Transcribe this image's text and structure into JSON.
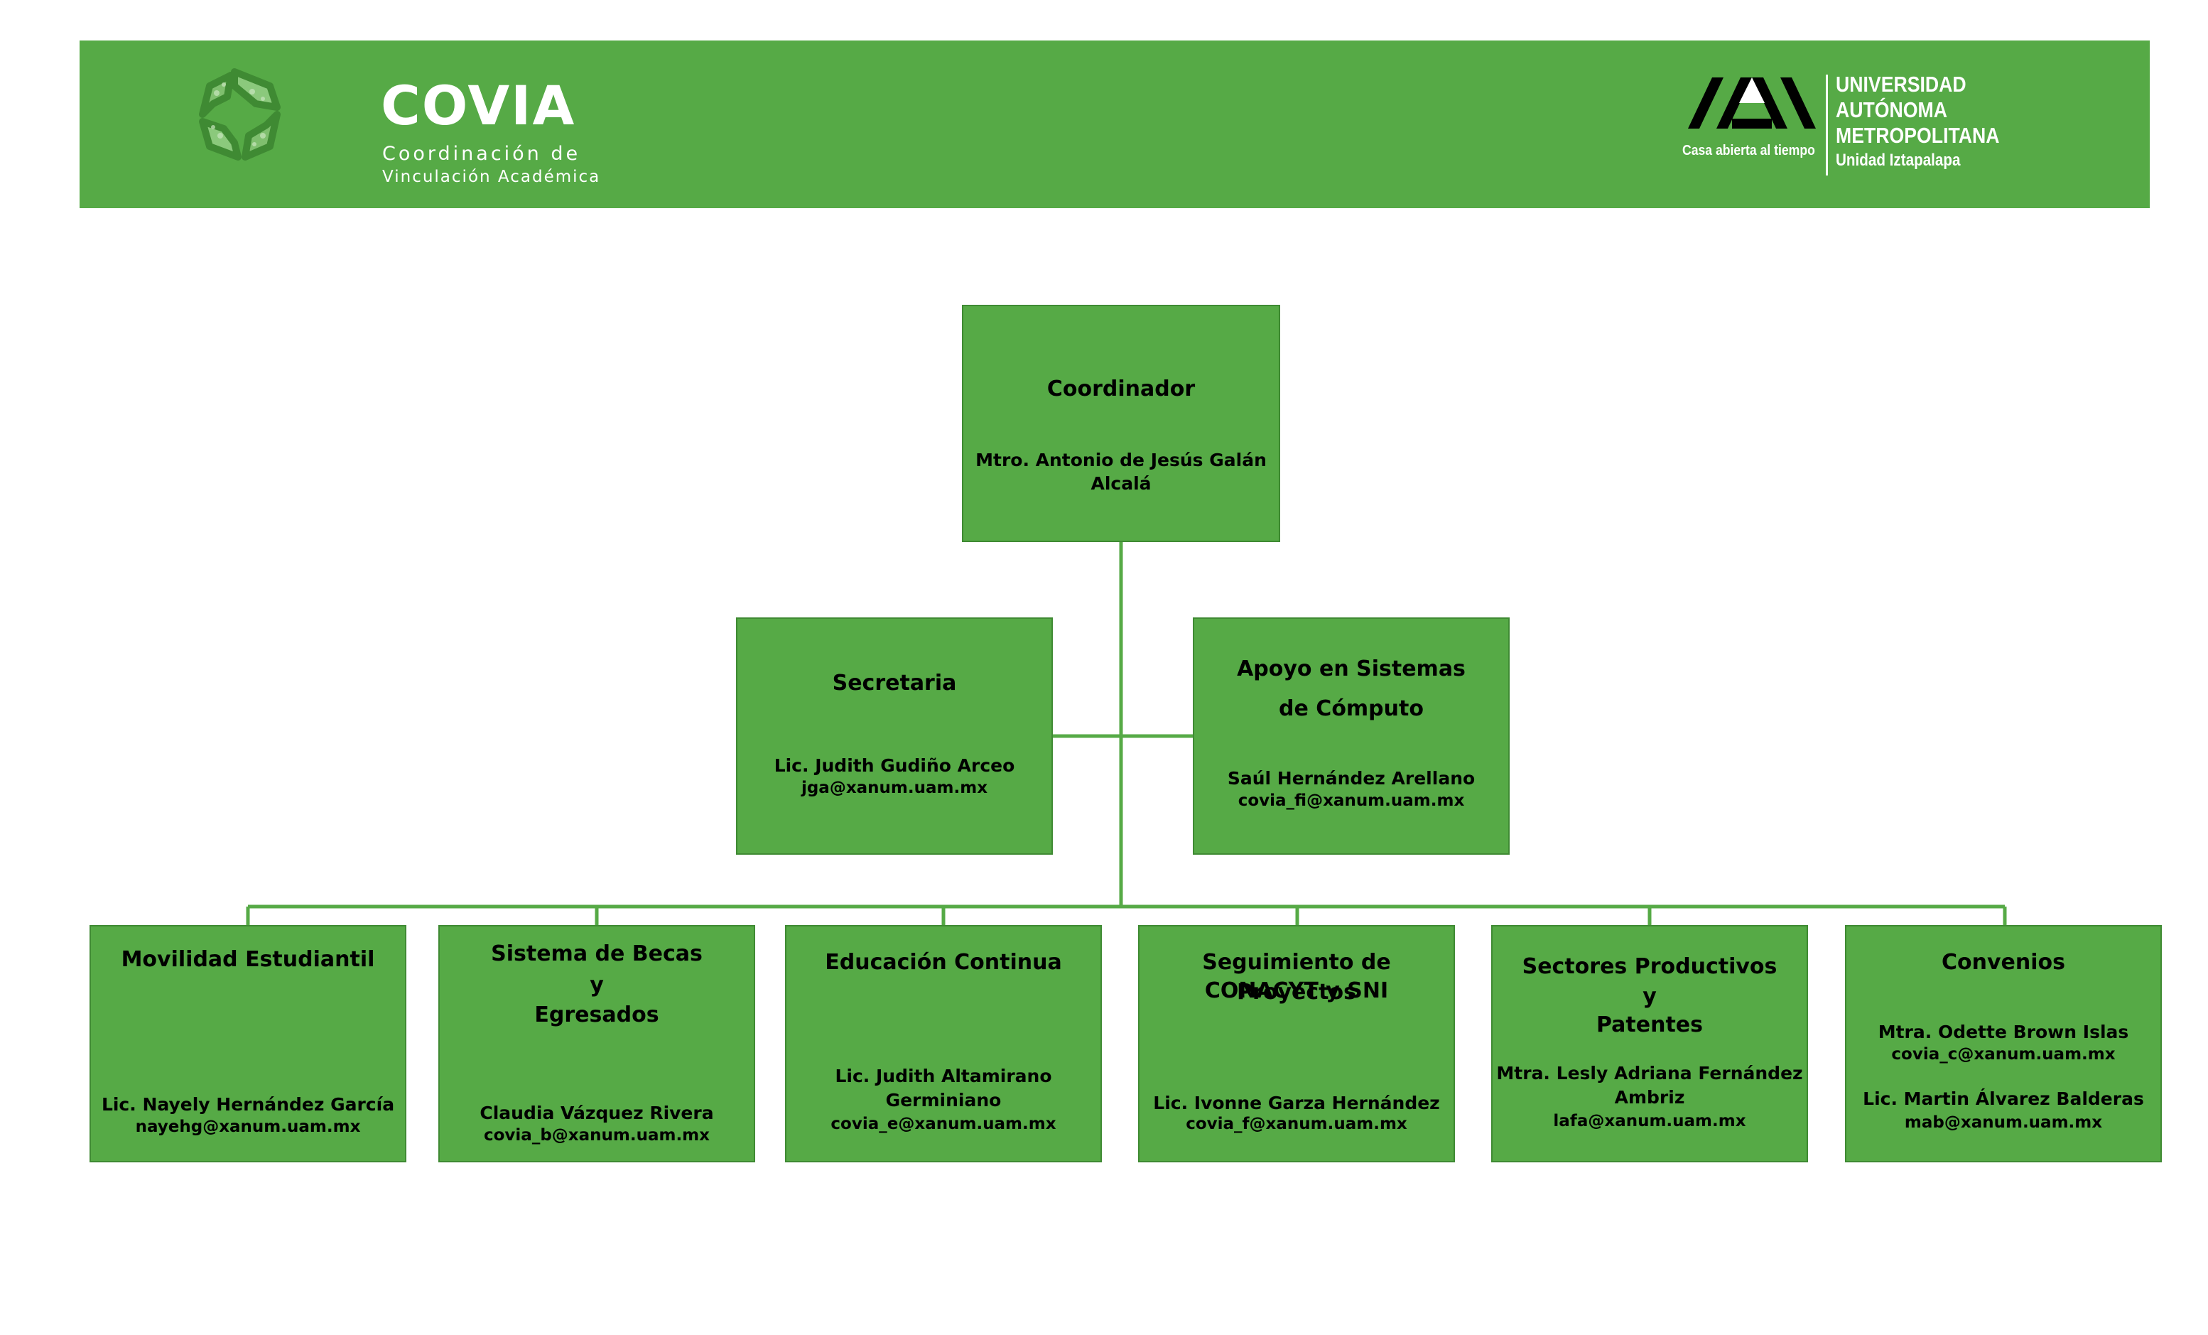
{
  "header": {
    "covia": {
      "title": "COVIA",
      "subtitle_line1": "Coordinación de",
      "subtitle_line2": "Vinculación Académica"
    },
    "uam": {
      "motto": "Casa abierta al tiempo",
      "name_line1": "UNIVERSIDAD",
      "name_line2": "AUTÓNOMA",
      "name_line3": "METROPOLITANA",
      "unit": "Unidad Iztapalapa"
    },
    "background_color": "#56aa46"
  },
  "org": {
    "box_color": "#56aa46",
    "line_color": "#56aa46",
    "coordinator": {
      "title": "Coordinador",
      "name": "Mtro. Antonio de Jesús Galán Alcalá"
    },
    "secretaria": {
      "title": "Secretaria",
      "name": "Lic. Judith Gudiño Arceo",
      "email": "jga@xanum.uam.mx"
    },
    "apoyo": {
      "title_line1": "Apoyo en Sistemas",
      "title_line2": "de Cómputo",
      "name": "Saúl Hernández Arellano",
      "email": "covia_fi@xanum.uam.mx"
    },
    "movilidad": {
      "title": "Movilidad Estudiantil",
      "name": "Lic. Nayely Hernández García",
      "email": "nayehg@xanum.uam.mx"
    },
    "becas": {
      "title_line1": "Sistema de Becas",
      "title_line2": "y",
      "title_line3": "Egresados",
      "name": "Claudia Vázquez Rivera",
      "email": "covia_b@xanum.uam.mx"
    },
    "educacion": {
      "title": "Educación Continua",
      "name_line1": "Lic. Judith Altamirano",
      "name_line2": "Germiniano",
      "email": "covia_e@xanum.uam.mx"
    },
    "seguimiento": {
      "title_line1": "Seguimiento de Proyectos",
      "title_line2": "CONACYT y SNI",
      "name": "Lic. Ivonne Garza Hernández",
      "email": "covia_f@xanum.uam.mx"
    },
    "sectores": {
      "title_line1": "Sectores Productivos",
      "title_line2": "y",
      "title_line3": "Patentes",
      "name_line1": "Mtra. Lesly Adriana Fernández",
      "name_line2": "Ambriz",
      "email": "lafa@xanum.uam.mx"
    },
    "convenios": {
      "title": "Convenios",
      "name1": "Mtra. Odette Brown Islas",
      "email1": "covia_c@xanum.uam.mx",
      "name2": "Lic. Martin Álvarez Balderas",
      "email2": "mab@xanum.uam.mx"
    }
  }
}
